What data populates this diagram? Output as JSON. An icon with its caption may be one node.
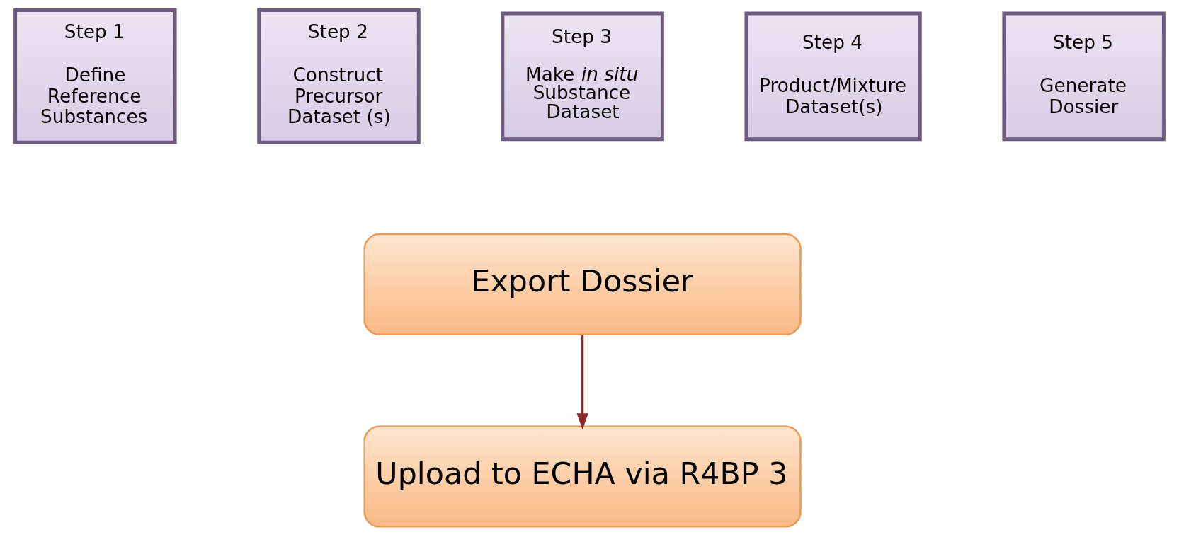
{
  "diagram": {
    "nodes": [
      {
        "text": [
          "Step 1",
          "Define Reference Substances"
        ]
      },
      {
        "text": [
          "Step 2",
          "Construct Precursor Dataset (s)"
        ]
      },
      {
        "text": [
          "Step 3",
          "Make *in situ* Substance Dataset"
        ]
      },
      {
        "text": [
          "Step 4",
          "Product/Mixture Dataset(s)"
        ]
      },
      {
        "text": [
          "Step 5",
          "Generate Dossier"
        ]
      },
      {
        "text": [
          "Export Dossier"
        ]
      },
      {
        "text": [
          "Upload to ECHA via R4BP 3"
        ]
      }
    ],
    "edges": [
      {
        "from": 5,
        "to": 6,
        "arrow": "to",
        "color": "#8b2a2a"
      }
    ]
  }
}
